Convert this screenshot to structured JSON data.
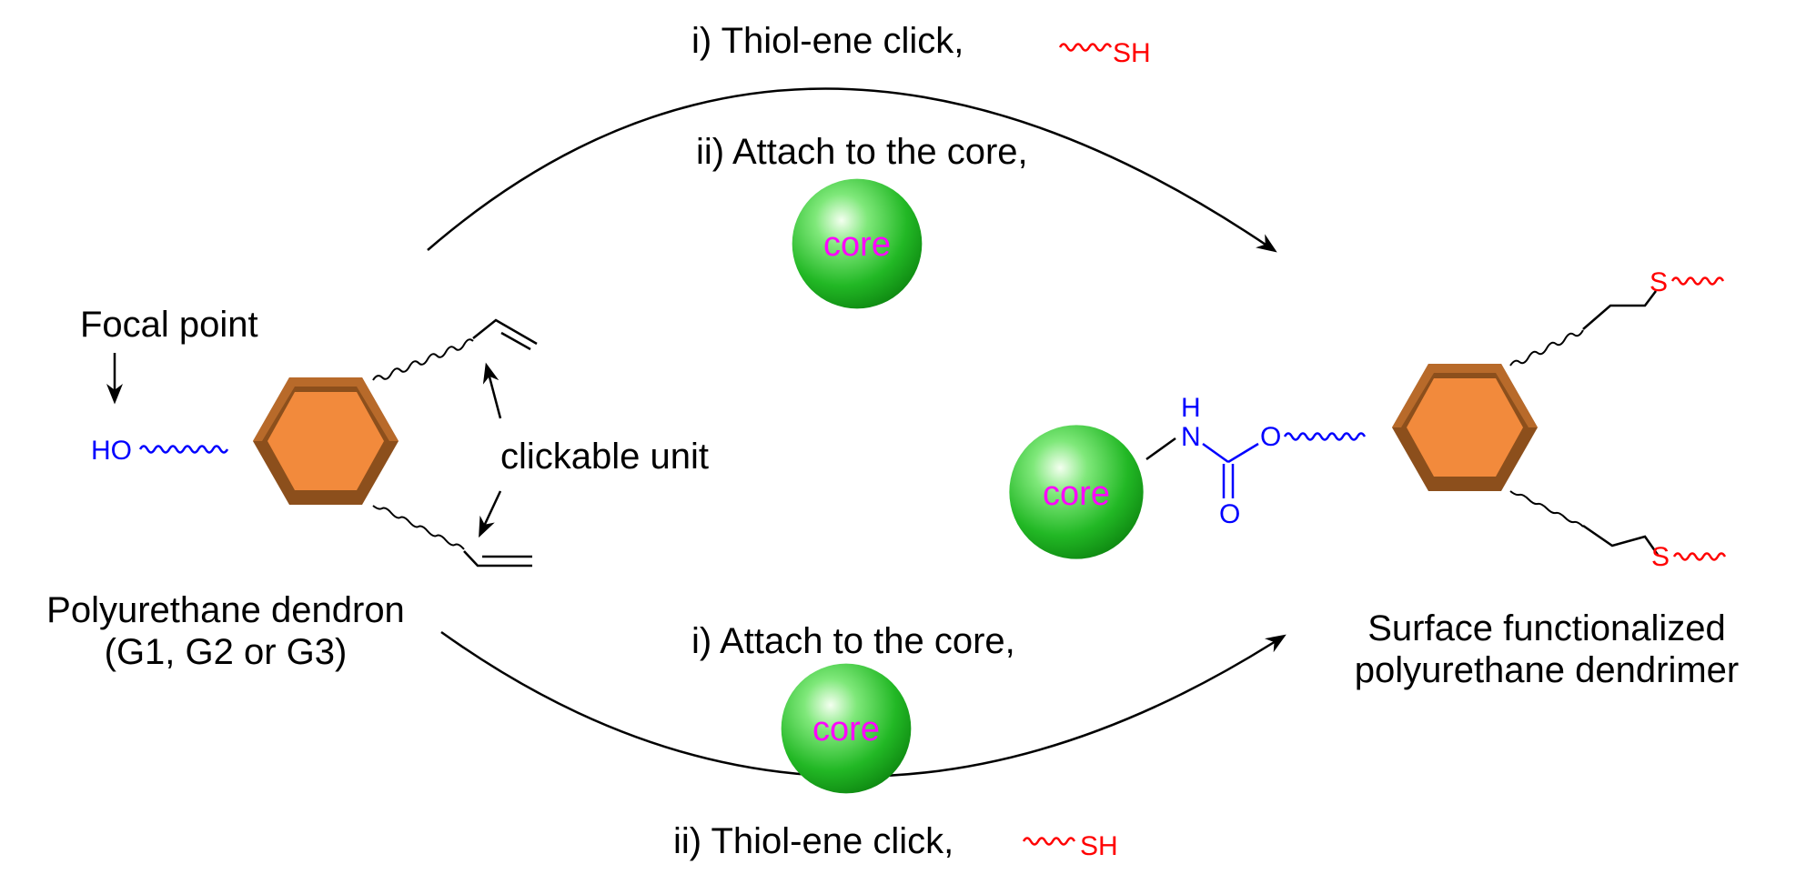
{
  "top_steps": {
    "step1": "i) Thiol-ene click,",
    "step1_reagent": "SH",
    "step2": "ii) Attach to the core,"
  },
  "bottom_steps": {
    "step1": "i) Attach to the core,",
    "step2": "ii) Thiol-ene click,",
    "step2_reagent": "SH"
  },
  "core_label": "core",
  "dendron": {
    "focal_point_label": "Focal point",
    "hydroxyl": "HO",
    "clickable_label": "clickable unit",
    "name_line1": "Polyurethane dendron",
    "name_line2": "(G1, G2 or G3)"
  },
  "dendrimer": {
    "nh": "N",
    "h": "H",
    "ester_o": "O",
    "carbonyl_o": "O",
    "sulfur_top": "S",
    "sulfur_bottom": "S",
    "name_line1": "Surface functionalized",
    "name_line2": "polyurethane dendrimer"
  },
  "colors": {
    "reagent": "#ff0000",
    "core_text": "#ff00ff",
    "linker": "#0000ff",
    "hexagon": "#f28a3c",
    "hexagon_dark": "#8c4f1c",
    "sphere": "#2ecc2e"
  }
}
